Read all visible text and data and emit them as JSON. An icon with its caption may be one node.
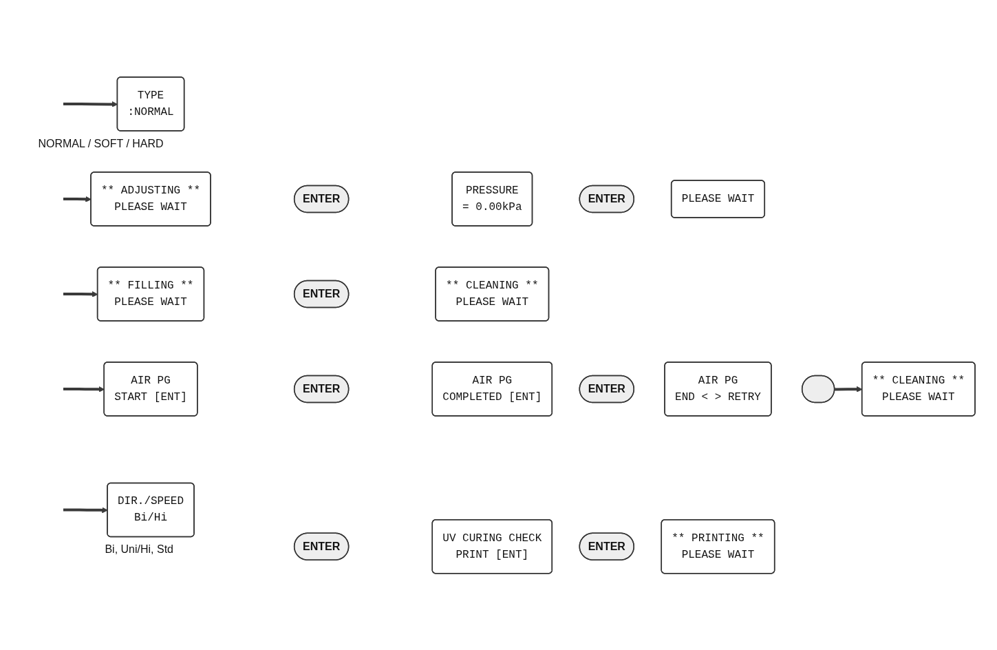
{
  "diagram": {
    "nodes": [
      {
        "text": [
          "TYPE",
          ":NORMAL"
        ],
        "beside": [
          "NORMAL / SOFT / HARD"
        ]
      },
      {
        "text": [
          "** ADJUSTING **",
          "PLEASE WAIT"
        ]
      },
      {
        "text": [
          "ENTER"
        ]
      },
      {
        "text": [
          "PRESSURE",
          "= 0.00kPa"
        ]
      },
      {
        "text": [
          "ENTER"
        ]
      },
      {
        "text": [
          "PLEASE WAIT"
        ]
      },
      {
        "text": [
          "** FILLING **",
          "PLEASE WAIT"
        ]
      },
      {
        "text": [
          "ENTER"
        ]
      },
      {
        "text": [
          "** CLEANING **",
          "PLEASE WAIT"
        ]
      },
      {
        "text": [
          "AIR PG",
          "START [ENT]"
        ]
      },
      {
        "text": [
          "ENTER"
        ]
      },
      {
        "text": [
          "AIR PG",
          "COMPLETED [ENT]"
        ]
      },
      {
        "text": [
          "ENTER"
        ]
      },
      {
        "text": [
          "AIR PG",
          "END < > RETRY"
        ]
      },
      {
        "text": [],
        "shape": "box"
      },
      {
        "text": [
          "** CLEANING **",
          "PLEASE WAIT"
        ]
      },
      {
        "text": [
          "DIR./SPEED",
          "Bi/Hi"
        ],
        "beside": [
          "Bi, Uni/Hi, Std"
        ]
      },
      {
        "text": [
          "ENTER"
        ]
      },
      {
        "text": [
          "UV CURING CHECK",
          "PRINT [ENT]"
        ]
      },
      {
        "text": [
          "ENTER"
        ]
      },
      {
        "text": [
          "** PRINTING **",
          "PLEASE WAIT"
        ]
      }
    ],
    "edges": [
      {
        "from": null,
        "to": 0,
        "arrow": "to"
      },
      {
        "from": null,
        "to": 1,
        "arrow": "to"
      },
      {
        "from": null,
        "to": 6,
        "arrow": "to"
      },
      {
        "from": null,
        "to": 9,
        "arrow": "to"
      },
      {
        "from": 14,
        "to": 15,
        "arrow": "to"
      },
      {
        "from": null,
        "to": 16,
        "arrow": "to"
      }
    ]
  }
}
